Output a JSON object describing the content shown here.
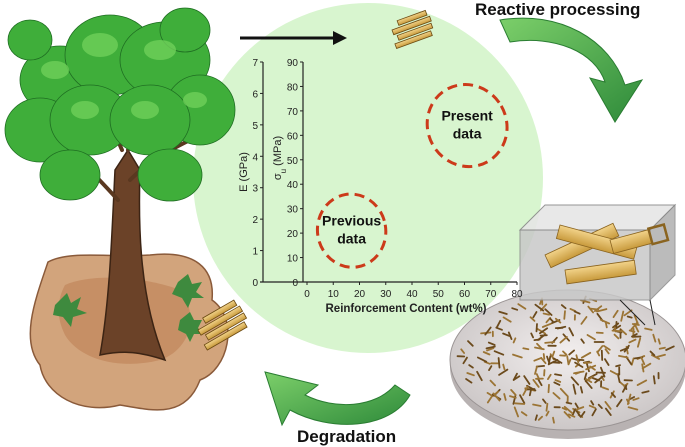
{
  "labels": {
    "reactive_processing": "Reactive processing",
    "degradation": "Degradation"
  },
  "chart": {
    "left_axis_title": "E (GPa)",
    "right_axis_title": "σu (MPa)",
    "right_axis_title_main": "σ",
    "right_axis_title_sub": "u",
    "right_axis_title_unit": " (MPa)",
    "x_axis_title": "Reinforcement Content (wt%)",
    "e_ticks": [
      "0",
      "1",
      "2",
      "3",
      "4",
      "5",
      "6",
      "7"
    ],
    "sigma_ticks": [
      "0",
      "10",
      "20",
      "30",
      "40",
      "50",
      "60",
      "70",
      "80",
      "90"
    ],
    "x_ticks": [
      "0",
      "10",
      "20",
      "30",
      "40",
      "50",
      "60",
      "70",
      "80"
    ],
    "regions": [
      {
        "line1": "Previous",
        "line2": "data"
      },
      {
        "line1": "Present",
        "line2": "data"
      }
    ]
  },
  "chart_data": {
    "type": "scatter",
    "xlabel": "Reinforcement Content (wt%)",
    "ylabel": "σu (MPa)",
    "y2label": "E (GPa)",
    "xlim": [
      0,
      80
    ],
    "ylim": [
      0,
      90
    ],
    "y2lim": [
      0,
      7
    ],
    "x_ticks": [
      0,
      10,
      20,
      30,
      40,
      50,
      60,
      70,
      80
    ],
    "y_ticks": [
      0,
      10,
      20,
      30,
      40,
      50,
      60,
      70,
      80,
      90
    ],
    "y2_ticks": [
      0,
      1,
      2,
      3,
      4,
      5,
      6,
      7
    ],
    "regions": [
      {
        "label": "Previous data",
        "x_center": 17,
        "y_center": 21,
        "x_radius": 13,
        "y_radius": 15
      },
      {
        "label": "Present data",
        "x_center": 61,
        "y_center": 64,
        "x_radius": 15,
        "y_radius": 17
      }
    ],
    "grid": false,
    "colors": {
      "background": "#d8f5cf",
      "region_outline": "#cc3a1a",
      "arrow": "#3f9b3f"
    }
  }
}
